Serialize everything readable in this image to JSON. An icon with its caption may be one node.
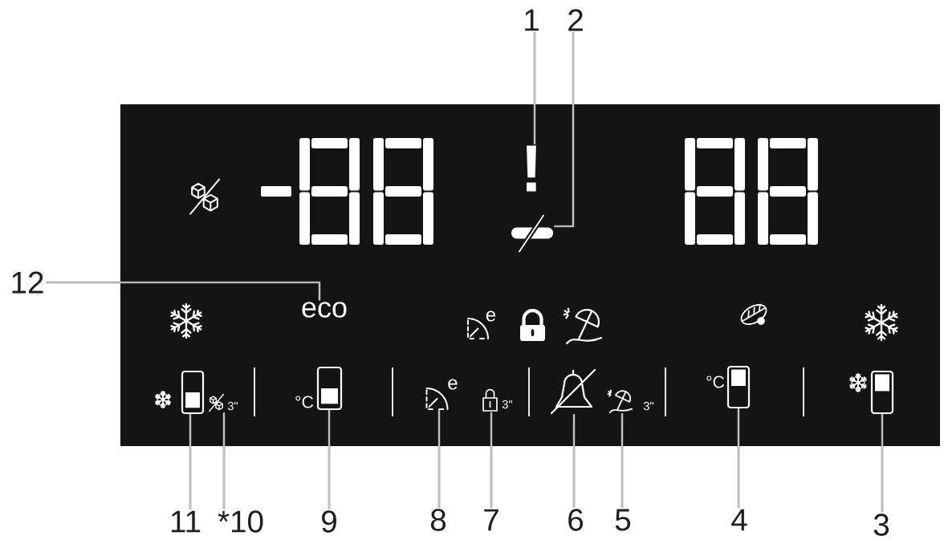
{
  "diagram": {
    "nodes": [
      {
        "text": [
          "1"
        ]
      },
      {
        "text": [
          "2"
        ]
      },
      {
        "text": [
          "!"
        ]
      },
      {
        "text": [],
        "shape": "picture"
      },
      {
        "text": [
          "12"
        ]
      },
      {
        "text": [
          "eco"
        ]
      },
      {
        "text": [],
        "shape": "bar"
      },
      {
        "text": [],
        "shape": "picture",
        "beside": [
          "3\""
        ]
      },
      {
        "text": [],
        "shape": "bar",
        "beside": [
          "°C"
        ]
      },
      {
        "text": [],
        "shape": "picture",
        "beside": [
          "e"
        ]
      },
      {
        "text": [],
        "shape": "picture",
        "beside": [
          "3\""
        ]
      },
      {
        "text": [],
        "shape": "picture"
      },
      {
        "text": [],
        "shape": "picture",
        "beside": [
          "3\""
        ]
      },
      {
        "text": [],
        "shape": "bar",
        "beside": [
          "°C"
        ]
      },
      {
        "text": [],
        "shape": "bar"
      },
      {
        "text": [
          "11"
        ]
      },
      {
        "text": [
          "*10"
        ]
      },
      {
        "text": [
          "9"
        ]
      },
      {
        "text": [
          "8"
        ]
      },
      {
        "text": [
          "7"
        ]
      },
      {
        "text": [
          "6"
        ]
      },
      {
        "text": [
          "5"
        ]
      },
      {
        "text": [
          "4"
        ]
      },
      {
        "text": [
          "3"
        ]
      }
    ],
    "edges": [
      {
        "from": 0,
        "to": 2,
        "arrow": "none"
      },
      {
        "from": 1,
        "to": 3,
        "arrow": "none"
      },
      {
        "from": 4,
        "to": 5,
        "arrow": "none"
      },
      {
        "from": 15,
        "to": 6,
        "arrow": "none"
      },
      {
        "from": 16,
        "to": 7,
        "arrow": "none"
      },
      {
        "from": 17,
        "to": 8,
        "arrow": "none"
      },
      {
        "from": 18,
        "to": 9,
        "arrow": "none"
      },
      {
        "from": 19,
        "to": 10,
        "arrow": "none"
      },
      {
        "from": 20,
        "to": 11,
        "arrow": "none"
      },
      {
        "from": 21,
        "to": 12,
        "arrow": "none"
      },
      {
        "from": 22,
        "to": 13,
        "arrow": "none"
      },
      {
        "from": 23,
        "to": 14,
        "arrow": "none"
      }
    ],
    "labels": [
      "e"
    ]
  }
}
